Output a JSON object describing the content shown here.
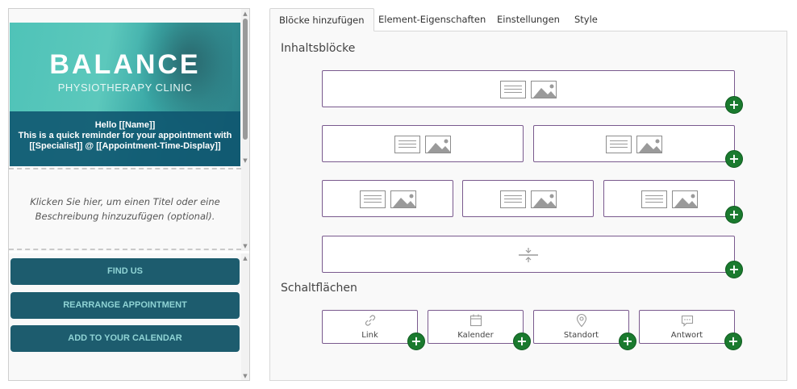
{
  "preview": {
    "logo_text": "BALANCE",
    "tagline": "PHYSIOTHERAPY CLINIC",
    "greeting": "Hello [[Name]]",
    "reminder_line1": "This is a quick reminder for your appointment with",
    "reminder_line2": "[[Specialist]] @ [[Appointment-Time-Display]]",
    "title_placeholder": "Klicken Sie hier, um einen Titel oder eine Beschreibung hinzuzufügen (optional).",
    "buttons": [
      "FIND US",
      "REARRANGE APPOINTMENT",
      "ADD TO YOUR CALENDAR"
    ]
  },
  "tabs": [
    {
      "label": "Blöcke hinzufügen",
      "active": true
    },
    {
      "label": "Element-Eigenschaften",
      "active": false
    },
    {
      "label": "Einstellungen",
      "active": false
    },
    {
      "label": "Style",
      "active": false
    }
  ],
  "sections": {
    "content_blocks": "Inhaltsblöcke",
    "buttons": "Schaltflächen"
  },
  "content_block_rows": [
    {
      "columns": 1,
      "icons": [
        "text-icon",
        "image-icon"
      ]
    },
    {
      "columns": 2,
      "icons": [
        "text-icon",
        "image-icon"
      ]
    },
    {
      "columns": 3,
      "icons": [
        "text-icon",
        "image-icon"
      ]
    },
    {
      "columns": 1,
      "icons": [
        "divider-icon"
      ]
    }
  ],
  "button_blocks": [
    {
      "label": "Link",
      "icon": "link-icon"
    },
    {
      "label": "Kalender",
      "icon": "calendar-icon"
    },
    {
      "label": "Standort",
      "icon": "location-pin-icon"
    },
    {
      "label": "Antwort",
      "icon": "reply-bubble-icon"
    }
  ],
  "plus_symbol": "+",
  "colors": {
    "accent_green": "#1a7a2e",
    "block_border": "#7a5a8e",
    "cta_background": "#1d5c6e",
    "cta_text": "#8fd3d4",
    "hero_teal": "#4fc3b8"
  }
}
